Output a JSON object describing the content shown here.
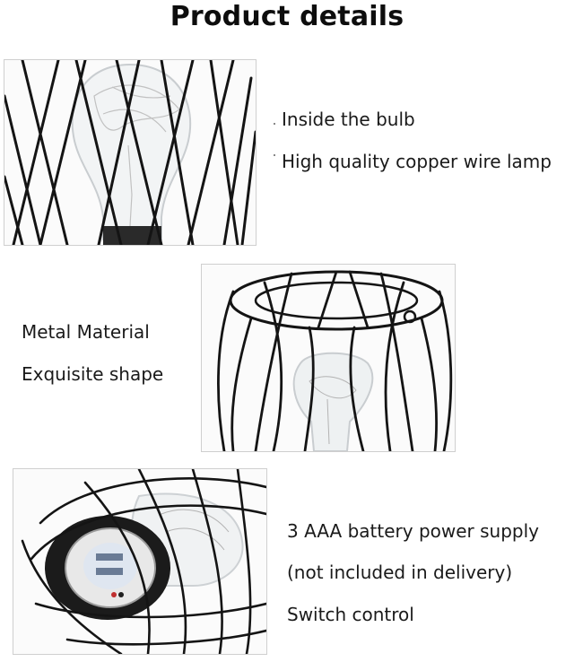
{
  "title": "Product details",
  "sections": [
    {
      "captions": [
        "Inside the bulb",
        "High quality copper wire lamp"
      ],
      "image_desc": "black metal wire cage around clear glass bulb with copper wire lights"
    },
    {
      "captions": [
        "Metal Material",
        "Exquisite shape"
      ],
      "image_desc": "top view of black metal wire lantern cage"
    },
    {
      "captions": [
        "3 AAA battery power supply",
        "(not included in delivery)",
        "Switch control"
      ],
      "image_desc": "bottom of lantern showing battery box"
    }
  ],
  "colors": {
    "wire": "#141414",
    "glass": "#cfd4d8",
    "copper": "#b8b8b8"
  }
}
